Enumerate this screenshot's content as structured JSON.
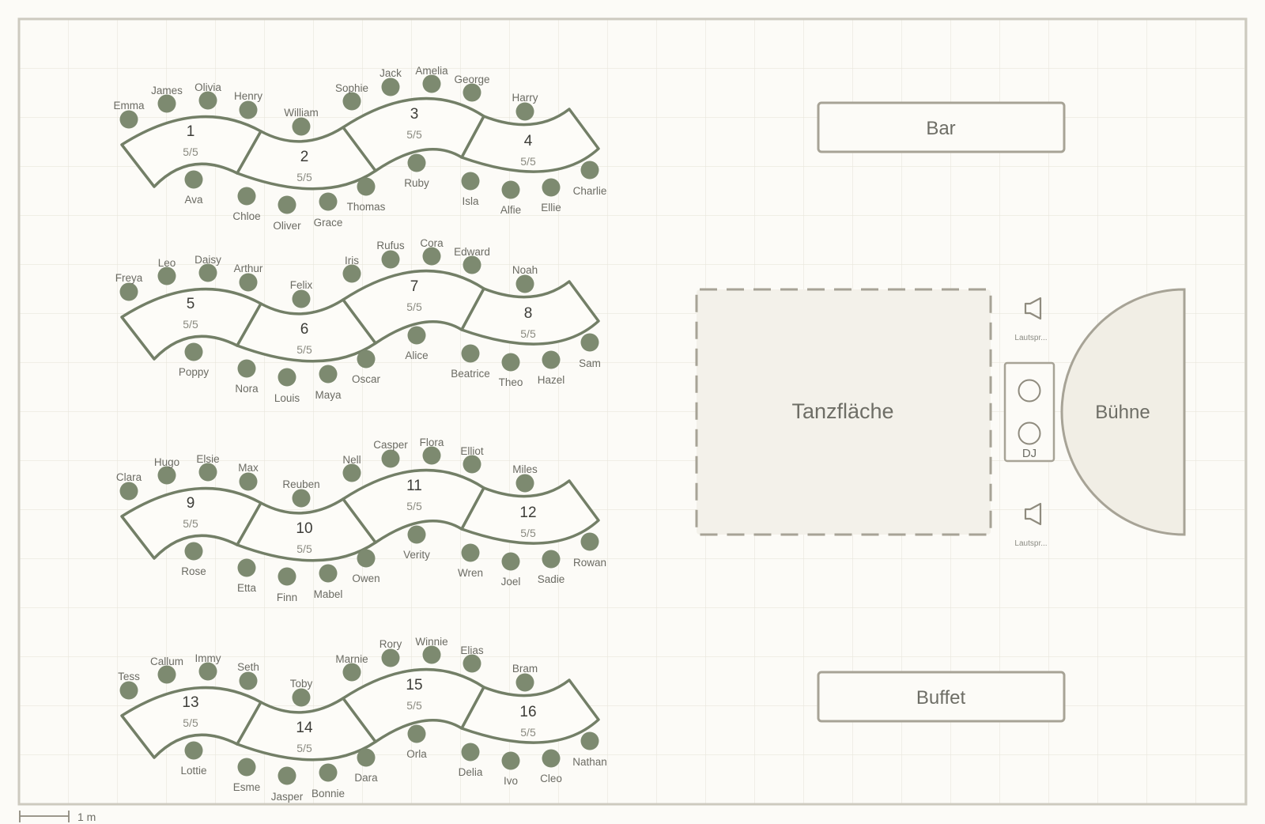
{
  "venue": {
    "bar": "Bar",
    "buffet": "Buffet",
    "dance_floor": "Tanzfläche",
    "stage": "Bühne",
    "dj": "DJ",
    "speaker_top": "Lautspr...",
    "speaker_bottom": "Lautspr...",
    "scale": "1 m"
  },
  "colors": {
    "seat": "#7d8a70",
    "table_stroke": "#737f67",
    "grid": "#e8e6dc",
    "venue_fill": "#f3f1ea",
    "venue_stroke": "#a7a396"
  },
  "rows": [
    {
      "tables": [
        {
          "number": "1",
          "count": "5/5",
          "top": [
            "Emma",
            "James",
            "Olivia",
            "Henry"
          ],
          "bottom": [
            "Ava"
          ]
        },
        {
          "number": "2",
          "count": "5/5",
          "top": [
            "William"
          ],
          "bottom": [
            "Chloe",
            "Oliver",
            "Grace",
            "Thomas"
          ]
        },
        {
          "number": "3",
          "count": "5/5",
          "top": [
            "Sophie",
            "Jack",
            "Amelia",
            "George"
          ],
          "bottom": [
            "Ruby"
          ]
        },
        {
          "number": "4",
          "count": "5/5",
          "top": [
            "Harry"
          ],
          "bottom": [
            "Isla",
            "Alfie",
            "Ellie",
            "Charlie"
          ]
        }
      ]
    },
    {
      "tables": [
        {
          "number": "5",
          "count": "5/5",
          "top": [
            "Freya",
            "Leo",
            "Daisy",
            "Arthur"
          ],
          "bottom": [
            "Poppy"
          ]
        },
        {
          "number": "6",
          "count": "5/5",
          "top": [
            "Felix"
          ],
          "bottom": [
            "Nora",
            "Louis",
            "Maya",
            "Oscar"
          ]
        },
        {
          "number": "7",
          "count": "5/5",
          "top": [
            "Iris",
            "Rufus",
            "Cora",
            "Edward"
          ],
          "bottom": [
            "Alice"
          ]
        },
        {
          "number": "8",
          "count": "5/5",
          "top": [
            "Noah"
          ],
          "bottom": [
            "Beatrice",
            "Theo",
            "Hazel",
            "Sam"
          ]
        }
      ]
    },
    {
      "tables": [
        {
          "number": "9",
          "count": "5/5",
          "top": [
            "Clara",
            "Hugo",
            "Elsie",
            "Max"
          ],
          "bottom": [
            "Rose"
          ]
        },
        {
          "number": "10",
          "count": "5/5",
          "top": [
            "Reuben"
          ],
          "bottom": [
            "Etta",
            "Finn",
            "Mabel",
            "Owen"
          ]
        },
        {
          "number": "11",
          "count": "5/5",
          "top": [
            "Nell",
            "Casper",
            "Flora",
            "Elliot"
          ],
          "bottom": [
            "Verity"
          ]
        },
        {
          "number": "12",
          "count": "5/5",
          "top": [
            "Miles"
          ],
          "bottom": [
            "Wren",
            "Joel",
            "Sadie",
            "Rowan"
          ]
        }
      ]
    },
    {
      "tables": [
        {
          "number": "13",
          "count": "5/5",
          "top": [
            "Tess",
            "Callum",
            "Immy",
            "Seth"
          ],
          "bottom": [
            "Lottie"
          ]
        },
        {
          "number": "14",
          "count": "5/5",
          "top": [
            "Toby"
          ],
          "bottom": [
            "Esme",
            "Jasper",
            "Bonnie",
            "Dara"
          ]
        },
        {
          "number": "15",
          "count": "5/5",
          "top": [
            "Marnie",
            "Rory",
            "Winnie",
            "Elias"
          ],
          "bottom": [
            "Orla"
          ]
        },
        {
          "number": "16",
          "count": "5/5",
          "top": [
            "Bram"
          ],
          "bottom": [
            "Delia",
            "Ivo",
            "Cleo",
            "Nathan"
          ]
        }
      ]
    }
  ]
}
